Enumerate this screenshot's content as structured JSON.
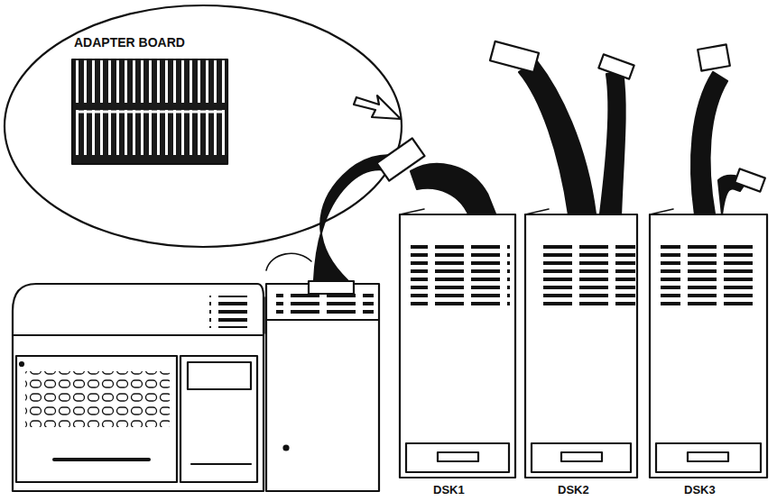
{
  "diagram": {
    "labels": [
      "ADAPTER BOARD",
      "DSK1",
      "DSK2",
      "DSK3"
    ]
  }
}
